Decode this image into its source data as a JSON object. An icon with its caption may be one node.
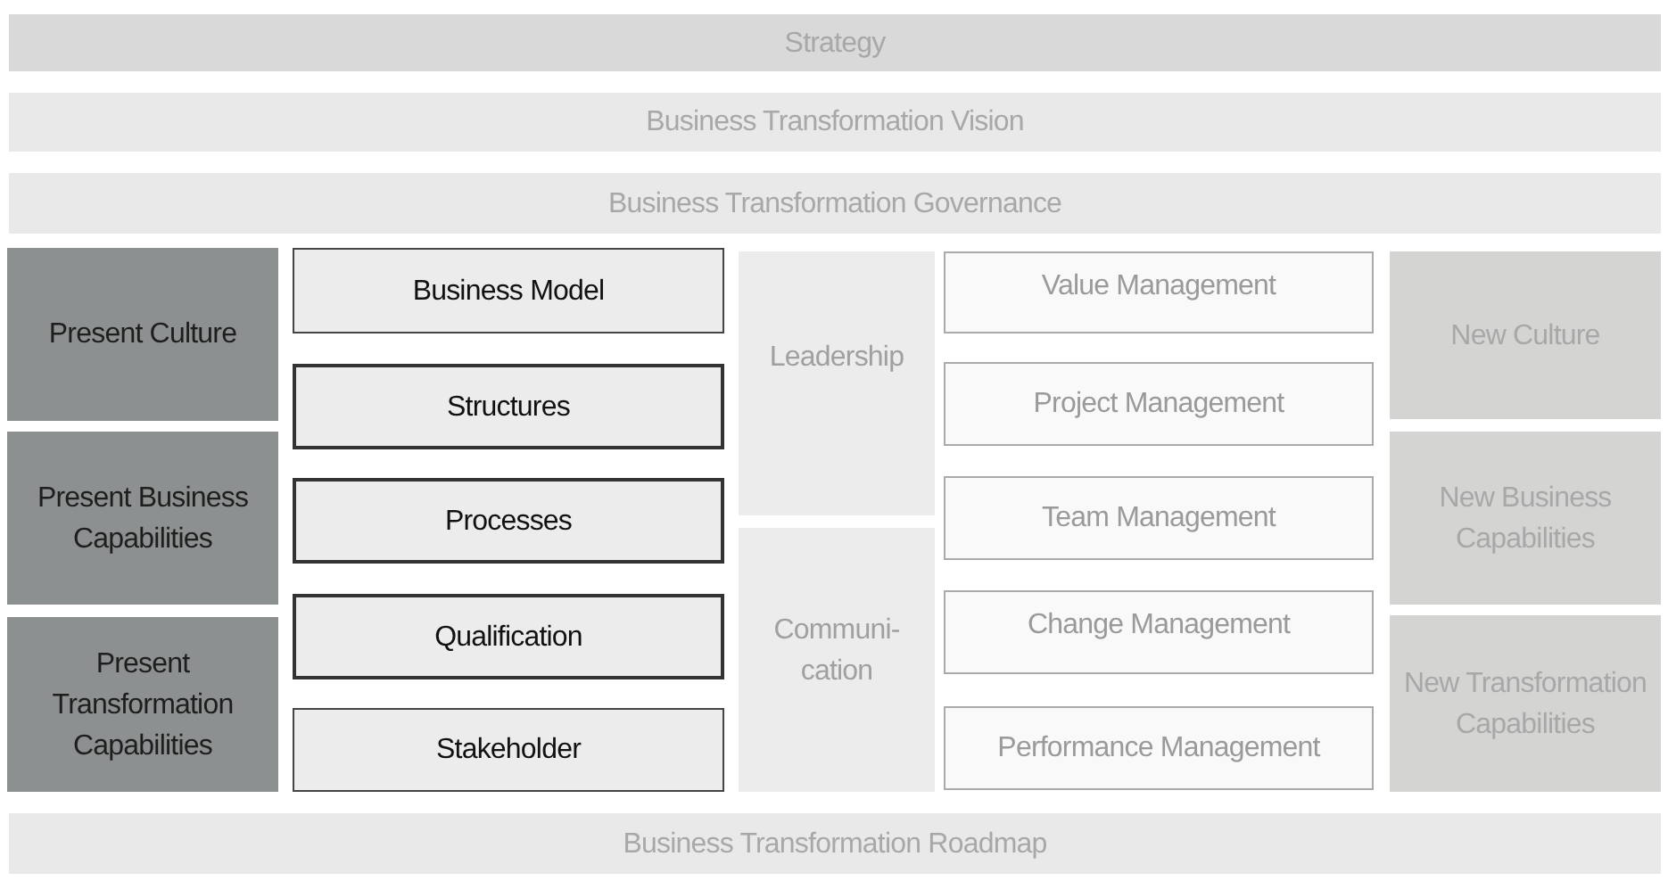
{
  "diagram": {
    "nodes": [
      {
        "text": [
          "Strategy"
        ]
      },
      {
        "text": [
          "Business Transformation Vision"
        ]
      },
      {
        "text": [
          "Business Transformation Governance"
        ]
      },
      {
        "text": [
          "Present Culture"
        ]
      },
      {
        "text": [
          "Present Business Capabilities"
        ]
      },
      {
        "text": [
          "Present Transformation Capabilities"
        ]
      },
      {
        "text": [
          "Business Model"
        ]
      },
      {
        "text": [
          "Structures"
        ]
      },
      {
        "text": [
          "Processes"
        ]
      },
      {
        "text": [
          "Qualification"
        ]
      },
      {
        "text": [
          "Stakeholder"
        ]
      },
      {
        "text": [
          "Leadership"
        ]
      },
      {
        "text": [
          "Communi- cation"
        ]
      },
      {
        "text": [
          "Value Management"
        ]
      },
      {
        "text": [
          "Project Management"
        ]
      },
      {
        "text": [
          "Team Management"
        ]
      },
      {
        "text": [
          "Change Management"
        ]
      },
      {
        "text": [
          "Performance Management"
        ]
      },
      {
        "text": [
          "New Culture"
        ]
      },
      {
        "text": [
          "New Business Capabilities"
        ]
      },
      {
        "text": [
          "New Transformation Capabilities"
        ]
      },
      {
        "text": [
          "Business Transformation Roadmap"
        ]
      }
    ]
  }
}
